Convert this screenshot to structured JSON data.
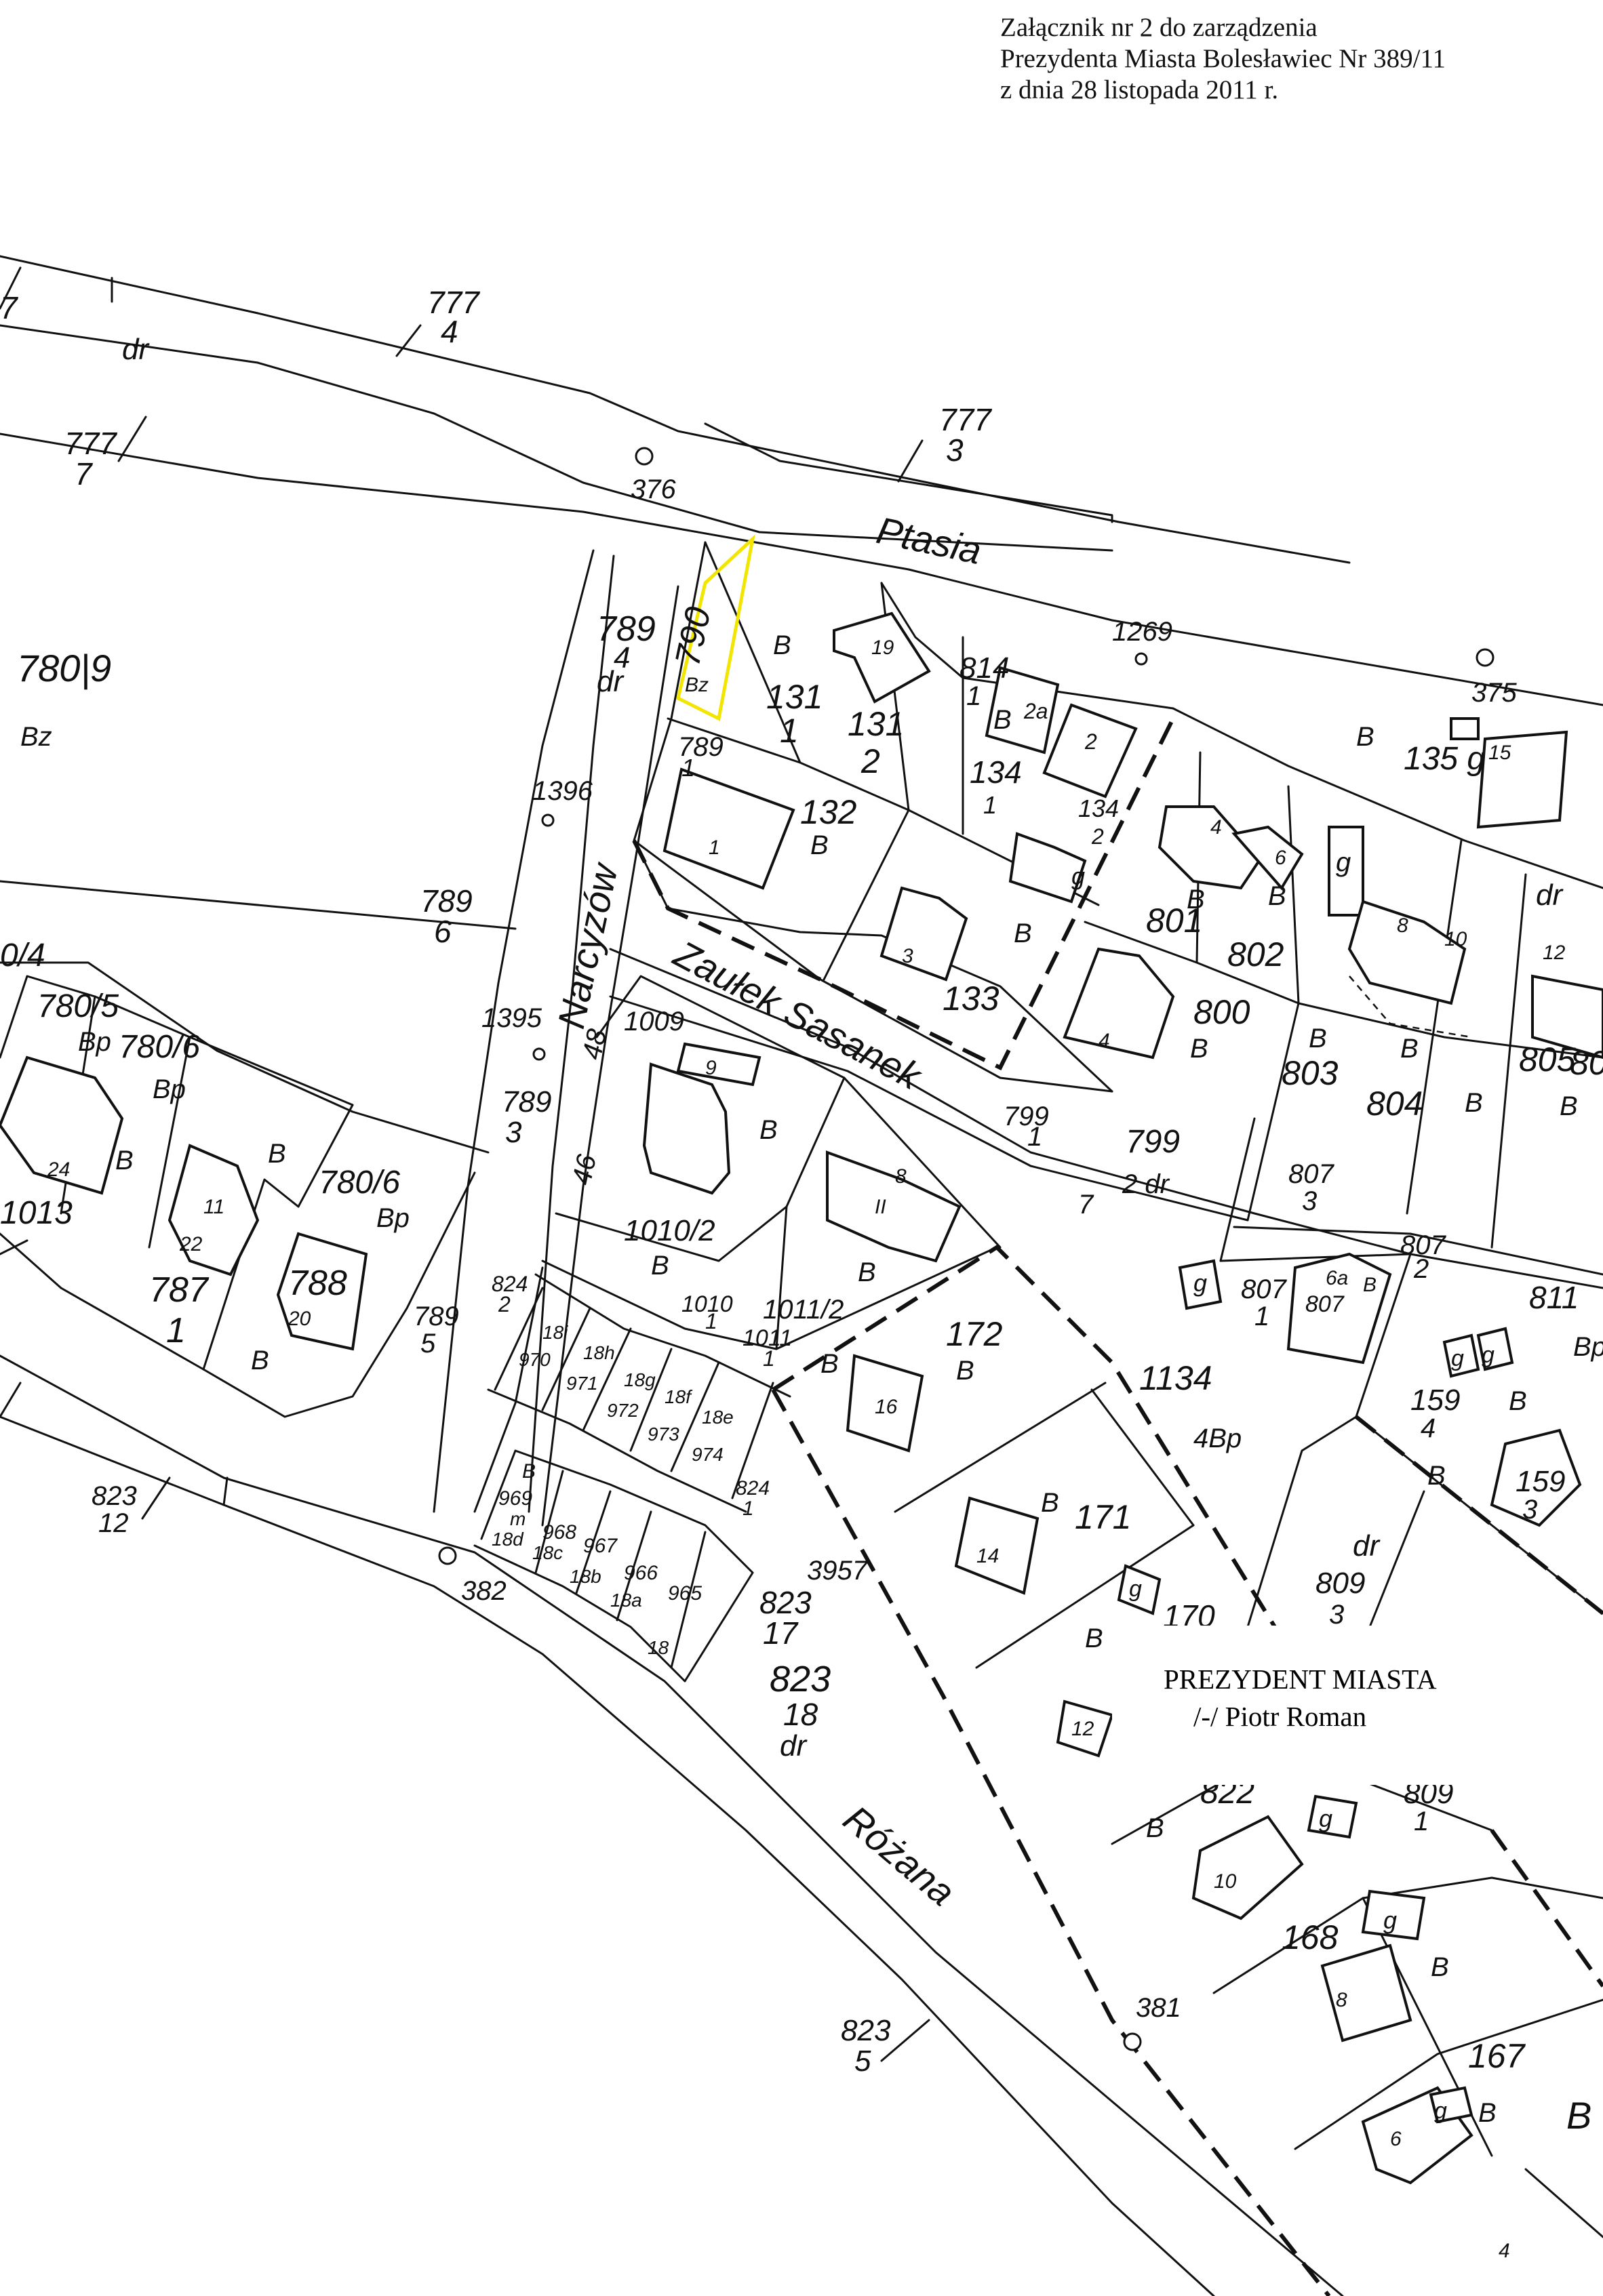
{
  "header": {
    "line1": "Załącznik nr 2 do zarządzenia",
    "line2": "Prezydenta Miasta Bolesławiec Nr 389/11",
    "line3": "z dnia 28 listopada 2011 r."
  },
  "signature": {
    "title": "PREZYDENT MIASTA",
    "name": "/-/   Piotr Roman"
  },
  "colors": {
    "highlight": "#f2e600",
    "ink": "#111111",
    "background": "#ffffff"
  },
  "streets": {
    "ptasia": "Ptasia",
    "narcyzow": "Narcyzów",
    "zaulek_sasanek": "Zaułek Sasanek",
    "rozana": "Różana"
  },
  "highlighted_parcel": {
    "number": "790",
    "use": "Bz"
  },
  "labels": {
    "l777_4_num": "777",
    "l777_4_den": "4",
    "l777_3_num": "777",
    "l777_3_den": "3",
    "l777_7_num": "777",
    "l777_7_den": "7",
    "l7_top": "7",
    "dr_top": "dr",
    "p376": "376",
    "p1269": "1269",
    "p375": "375",
    "p780_9": "780|9",
    "bz_left": "Bz",
    "p789_4_num": "789",
    "p789_4_den": "4",
    "dr_789_4": "dr",
    "p131_1_num": "131",
    "p131_1_den": "1",
    "p131_2_num": "131",
    "p131_2_den": "2",
    "b_131": "B",
    "b19": "19",
    "p814_1_num": "814",
    "p814_1_den": "1",
    "b2a": "2a",
    "b2": "2",
    "b_814": "B",
    "p134_1_num": "134",
    "p134_1_den": "1",
    "p134_2_num": "134",
    "p134_2_den": "2",
    "g_134": "g",
    "b_135": "B",
    "p135_g": "135 g",
    "b15": "15",
    "p789_1_num": "789",
    "p789_1_den": "1",
    "p132": "132",
    "b_132": "B",
    "b1": "1",
    "p1396": "1396",
    "p789_6_num": "789",
    "p789_6_den": "6",
    "p133": "133",
    "b_133": "B",
    "b3": "3",
    "p801": "801",
    "p802": "802",
    "b_801": "B",
    "b_802": "B",
    "b4": "4",
    "b6": "6",
    "g_802": "g",
    "b8": "8",
    "b10": "10",
    "dr_right": "dr",
    "b12": "12",
    "p800": "800",
    "b_800": "B",
    "b4b": "4",
    "p803": "803",
    "b_803": "B",
    "p804": "804",
    "b_804": "B",
    "p805": "805",
    "b_805": "B",
    "p80x": "80",
    "b_806": "B",
    "p780_4": "0/4",
    "p780_5": "780/5",
    "bp_780_5": "Bp",
    "p780_6": "780/6",
    "bp_780_6": "Bp",
    "p1395": "1395",
    "p1009": "1009",
    "b9": "9",
    "n48": "48",
    "p789_3_num": "789",
    "p789_3_den": "3",
    "n46": "46",
    "p1010_2": "1010/2",
    "b_1010": "B",
    "b_1009": "B",
    "b8b": "8",
    "bII": "II",
    "b_sasanek": "B",
    "p799_1_num": "799",
    "p799_1_den": "1",
    "p799_2_num": "799",
    "p799_2_den": "2 dr",
    "n7": "7",
    "p807_3_num": "807",
    "p807_3_den": "3",
    "p807_2_num": "807",
    "p807_2_den": "2",
    "p807_1_num": "807",
    "p807_1_den": "1",
    "p807_x": "807",
    "g_807": "g",
    "b6a": "6a",
    "b_807": "B",
    "p811": "811",
    "bp_811": "Bp",
    "p1013": "1013",
    "b24": "24",
    "b_1013": "B",
    "b_780_6": "B",
    "b11": "11",
    "b22": "22",
    "p780_6b": "780/6",
    "bp_780_6b": "Bp",
    "p788": "788",
    "b20": "20",
    "b_788": "B",
    "p787_num": "787",
    "p787_den": "1",
    "p789_5_num": "789",
    "p789_5_den": "5",
    "p824_2_num": "824",
    "p824_2_den": "2",
    "p1010_1_num": "1010",
    "p1010_1_den": "1",
    "p1011_2": "1011/2",
    "p1011_1_num": "1011",
    "p1011_1_den": "1",
    "b_1011": "B",
    "p172": "172",
    "b_172": "B",
    "b16": "16",
    "p1134": "1134",
    "bp_1134": "4Bp",
    "p159_4_num": "159",
    "p159_4_den": "4",
    "b_159": "B",
    "p159_3_num": "159",
    "p159_3_den": "3",
    "g_159a": "g",
    "g_159b": "g",
    "b_159b": "B",
    "b18i": "18i",
    "b18h": "18h",
    "b18g": "18g",
    "b18f": "18f",
    "b18e": "18e",
    "p970": "970",
    "p971": "971",
    "p972": "972",
    "p973": "973",
    "p974": "974",
    "p824_1_num": "824",
    "p824_1_den": "1",
    "p969": "969",
    "m969": "m",
    "b18d": "18d",
    "b_969": "B",
    "p968": "968",
    "b18c": "18c",
    "p967": "967",
    "b18b": "18b",
    "p966": "966",
    "b18a": "18a",
    "p965": "965",
    "b18": "18",
    "p3957": "3957",
    "p823_17_num": "823",
    "p823_17_den": "17",
    "p823_18_num": "823",
    "p823_18_den": "18",
    "dr_823": "dr",
    "p171": "171",
    "b_171": "B",
    "b14": "14",
    "g_170": "g",
    "p170": "170",
    "dr_809": "dr",
    "p809_3_num": "809",
    "p809_3_den": "3",
    "b_bottom": "B",
    "p823_12_num": "823",
    "p823_12_den": "12",
    "p382": "382",
    "p822": "822",
    "g_822": "g",
    "b10b": "10",
    "b_822": "B",
    "p809_1_num": "809",
    "p809_1_den": "1",
    "b12b": "12",
    "p168": "168",
    "g_168": "g",
    "b_168": "B",
    "b8c": "8",
    "p381": "381",
    "p823_5_num": "823",
    "p823_5_den": "5",
    "p167": "167",
    "g_167": "g",
    "b_167": "B",
    "b6b": "6",
    "b_bottom_right": "B",
    "b4c": "4"
  }
}
